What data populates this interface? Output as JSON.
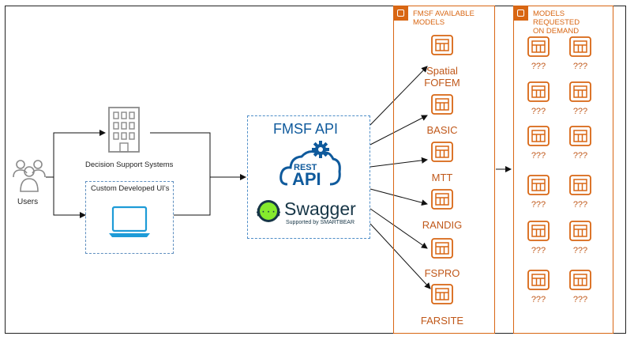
{
  "users": {
    "label": "Users"
  },
  "decision_support": {
    "label": "Decision Support Systems"
  },
  "custom_ui": {
    "label": "Custom Developed UI's"
  },
  "api": {
    "title": "FMSF API",
    "rest_word": "REST",
    "api_word": "API",
    "swagger_word": "Swagger",
    "swagger_tagline": "Supported by SMARTBEAR"
  },
  "available_models": {
    "title": "FMSF AVAILABLE\nMODELS",
    "models": [
      "Spatial\nFOFEM",
      "BASIC",
      "MTT",
      "RANDIG",
      "FSPRO",
      "FARSITE"
    ]
  },
  "requested_models": {
    "title": "MODELS REQUESTED\nON DEMAND",
    "placeholder": "???"
  },
  "colors": {
    "aws_orange": "#d86613",
    "label_orange": "#c0581a",
    "api_blue": "#0f5a9c",
    "laptop_blue": "#1e9bd7",
    "swagger_green": "#85ea2d",
    "icon_gray": "#8a8a8a"
  }
}
